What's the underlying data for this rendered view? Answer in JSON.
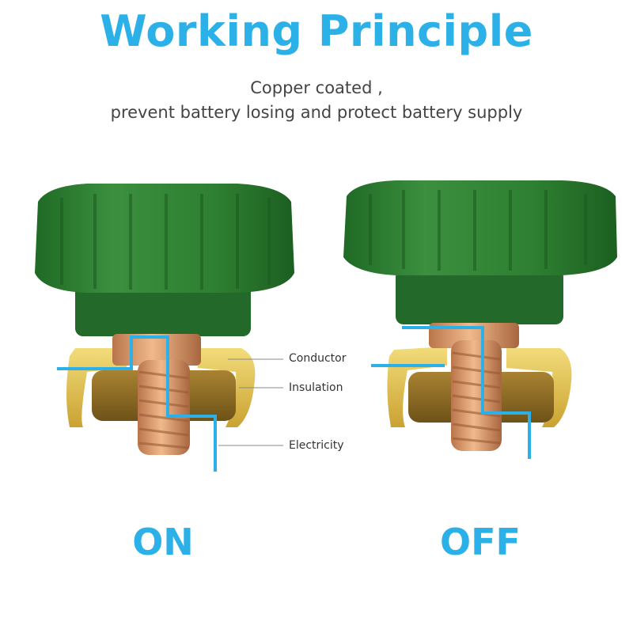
{
  "header": {
    "title": "Working Principle",
    "subtitle_line1": "Copper coated ,",
    "subtitle_line2": "prevent battery losing and protect battery supply"
  },
  "labels": {
    "conductor": "Conductor",
    "insulation": "Insulation",
    "electricity": "Electricity"
  },
  "states": {
    "on": "ON",
    "off": "OFF"
  },
  "colors": {
    "accent": "#2bb1e8",
    "knob_green": "#2f7f33",
    "copper": "#d79868",
    "brass": "#e6c64a",
    "insulation_brown": "#8a6a24"
  }
}
